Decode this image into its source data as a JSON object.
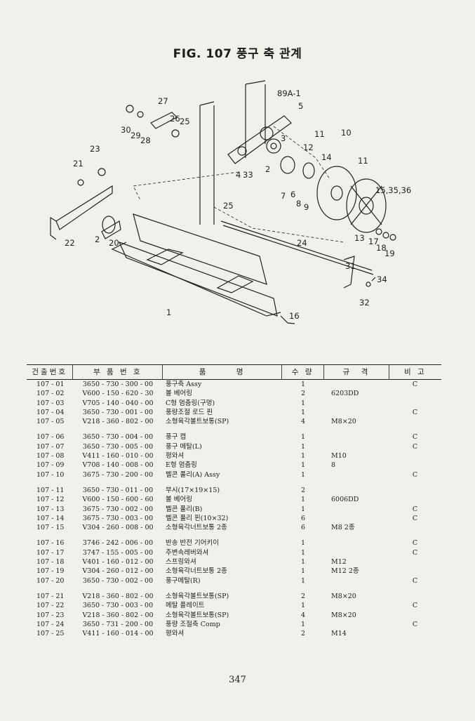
{
  "title": "FIG. 107 풍구 축 관계",
  "diagram": {
    "callouts": [
      "89A-1",
      "5",
      "27",
      "26",
      "25",
      "30",
      "29",
      "28",
      "23",
      "21",
      "3",
      "11",
      "10",
      "12",
      "14",
      "11",
      "4",
      "33",
      "2",
      "7",
      "6",
      "8",
      "9",
      "15,35,36",
      "25",
      "13",
      "17",
      "18",
      "19",
      "22",
      "2",
      "20",
      "24",
      "31",
      "34",
      "32",
      "1",
      "16"
    ]
  },
  "table": {
    "headers": {
      "no": "건출번호",
      "part": "부 품 번 호",
      "name": "품　　　명",
      "qty": "수 량",
      "spec": "규　격",
      "note": "비 고"
    },
    "groups": [
      [
        {
          "no": "107 - 01",
          "part": "3650 - 730 - 300 - 00",
          "name": "풍구축 Assy",
          "qty": "1",
          "spec": "",
          "note": "C"
        },
        {
          "no": "107 - 02",
          "part": "V600 - 150 - 620 - 30",
          "name": "볼 베어링",
          "qty": "2",
          "spec": "6203DD",
          "note": ""
        },
        {
          "no": "107 - 03",
          "part": "V705 - 140 - 040 - 00",
          "name": "C형 멈춤링(구멍)",
          "qty": "1",
          "spec": "",
          "note": ""
        },
        {
          "no": "107 - 04",
          "part": "3650 - 730 - 001 - 00",
          "name": "풍량조절 로드 핀",
          "qty": "1",
          "spec": "",
          "note": "C"
        },
        {
          "no": "107 - 05",
          "part": "V218 - 360 - 802 - 00",
          "name": "소형육각볼트보통(SP)",
          "qty": "4",
          "spec": "M8×20",
          "note": ""
        }
      ],
      [
        {
          "no": "107 - 06",
          "part": "3650 - 730 - 004 - 00",
          "name": "풍구 캡",
          "qty": "1",
          "spec": "",
          "note": "C"
        },
        {
          "no": "107 - 07",
          "part": "3650 - 730 - 005 - 00",
          "name": "풍구 메탈(L)",
          "qty": "1",
          "spec": "",
          "note": "C"
        },
        {
          "no": "107 - 08",
          "part": "V411 - 160 - 010 - 00",
          "name": "평와셔",
          "qty": "1",
          "spec": "M10",
          "note": ""
        },
        {
          "no": "107 - 09",
          "part": "V708 - 140 - 008 - 00",
          "name": "E형 멈춤링",
          "qty": "1",
          "spec": "8",
          "note": ""
        },
        {
          "no": "107 - 10",
          "part": "3675 - 730 - 200 - 00",
          "name": "벨콘 풀리(A) Assy",
          "qty": "1",
          "spec": "",
          "note": "C"
        }
      ],
      [
        {
          "no": "107 - 11",
          "part": "3650 - 730 - 011 - 00",
          "name": "부시(17×19×15)",
          "qty": "2",
          "spec": "",
          "note": ""
        },
        {
          "no": "107 - 12",
          "part": "V600 - 150 - 600 - 60",
          "name": "볼 베어링",
          "qty": "1",
          "spec": "6006DD",
          "note": ""
        },
        {
          "no": "107 - 13",
          "part": "3675 - 730 - 002 - 00",
          "name": "벨콘 풀리(B)",
          "qty": "1",
          "spec": "",
          "note": "C"
        },
        {
          "no": "107 - 14",
          "part": "3675 - 730 - 003 - 00",
          "name": "벨콘 풀리 핀(10×32)",
          "qty": "6",
          "spec": "",
          "note": "C"
        },
        {
          "no": "107 - 15",
          "part": "V304 - 260 - 008 - 00",
          "name": "소형육각너트보통 2종",
          "qty": "6",
          "spec": "M8 2종",
          "note": ""
        }
      ],
      [
        {
          "no": "107 - 16",
          "part": "3746 - 242 - 006 - 00",
          "name": "반송 반전 기어키이",
          "qty": "1",
          "spec": "",
          "note": "C"
        },
        {
          "no": "107 - 17",
          "part": "3747 - 155 - 005 - 00",
          "name": "주변속레버와셔",
          "qty": "1",
          "spec": "",
          "note": "C"
        },
        {
          "no": "107 - 18",
          "part": "V401 - 160 - 012 - 00",
          "name": "스프링와셔",
          "qty": "1",
          "spec": "M12",
          "note": ""
        },
        {
          "no": "107 - 19",
          "part": "V304 - 260 - 012 - 00",
          "name": "소형육각너트보통 2종",
          "qty": "1",
          "spec": "M12 2종",
          "note": ""
        },
        {
          "no": "107 - 20",
          "part": "3650 - 730 - 002 - 00",
          "name": "풍구메탈(R)",
          "qty": "1",
          "spec": "",
          "note": "C"
        }
      ],
      [
        {
          "no": "107 - 21",
          "part": "V218 - 360 - 802 - 00",
          "name": "소형육각볼트보통(SP)",
          "qty": "2",
          "spec": "M8×20",
          "note": ""
        },
        {
          "no": "107 - 22",
          "part": "3650 - 730 - 003 - 00",
          "name": "메탈 플레이트",
          "qty": "1",
          "spec": "",
          "note": "C"
        },
        {
          "no": "107 - 23",
          "part": "V218 - 360 - 802 - 00",
          "name": "소형육각볼트보통(SP)",
          "qty": "4",
          "spec": "M8×20",
          "note": ""
        },
        {
          "no": "107 - 24",
          "part": "3650 - 731 - 200 - 00",
          "name": "풍량 조절축 Comp",
          "qty": "1",
          "spec": "",
          "note": "C"
        },
        {
          "no": "107 - 25",
          "part": "V411 - 160 - 014 - 00",
          "name": "평와셔",
          "qty": "2",
          "spec": "M14",
          "note": ""
        }
      ]
    ]
  },
  "page_number": "347"
}
